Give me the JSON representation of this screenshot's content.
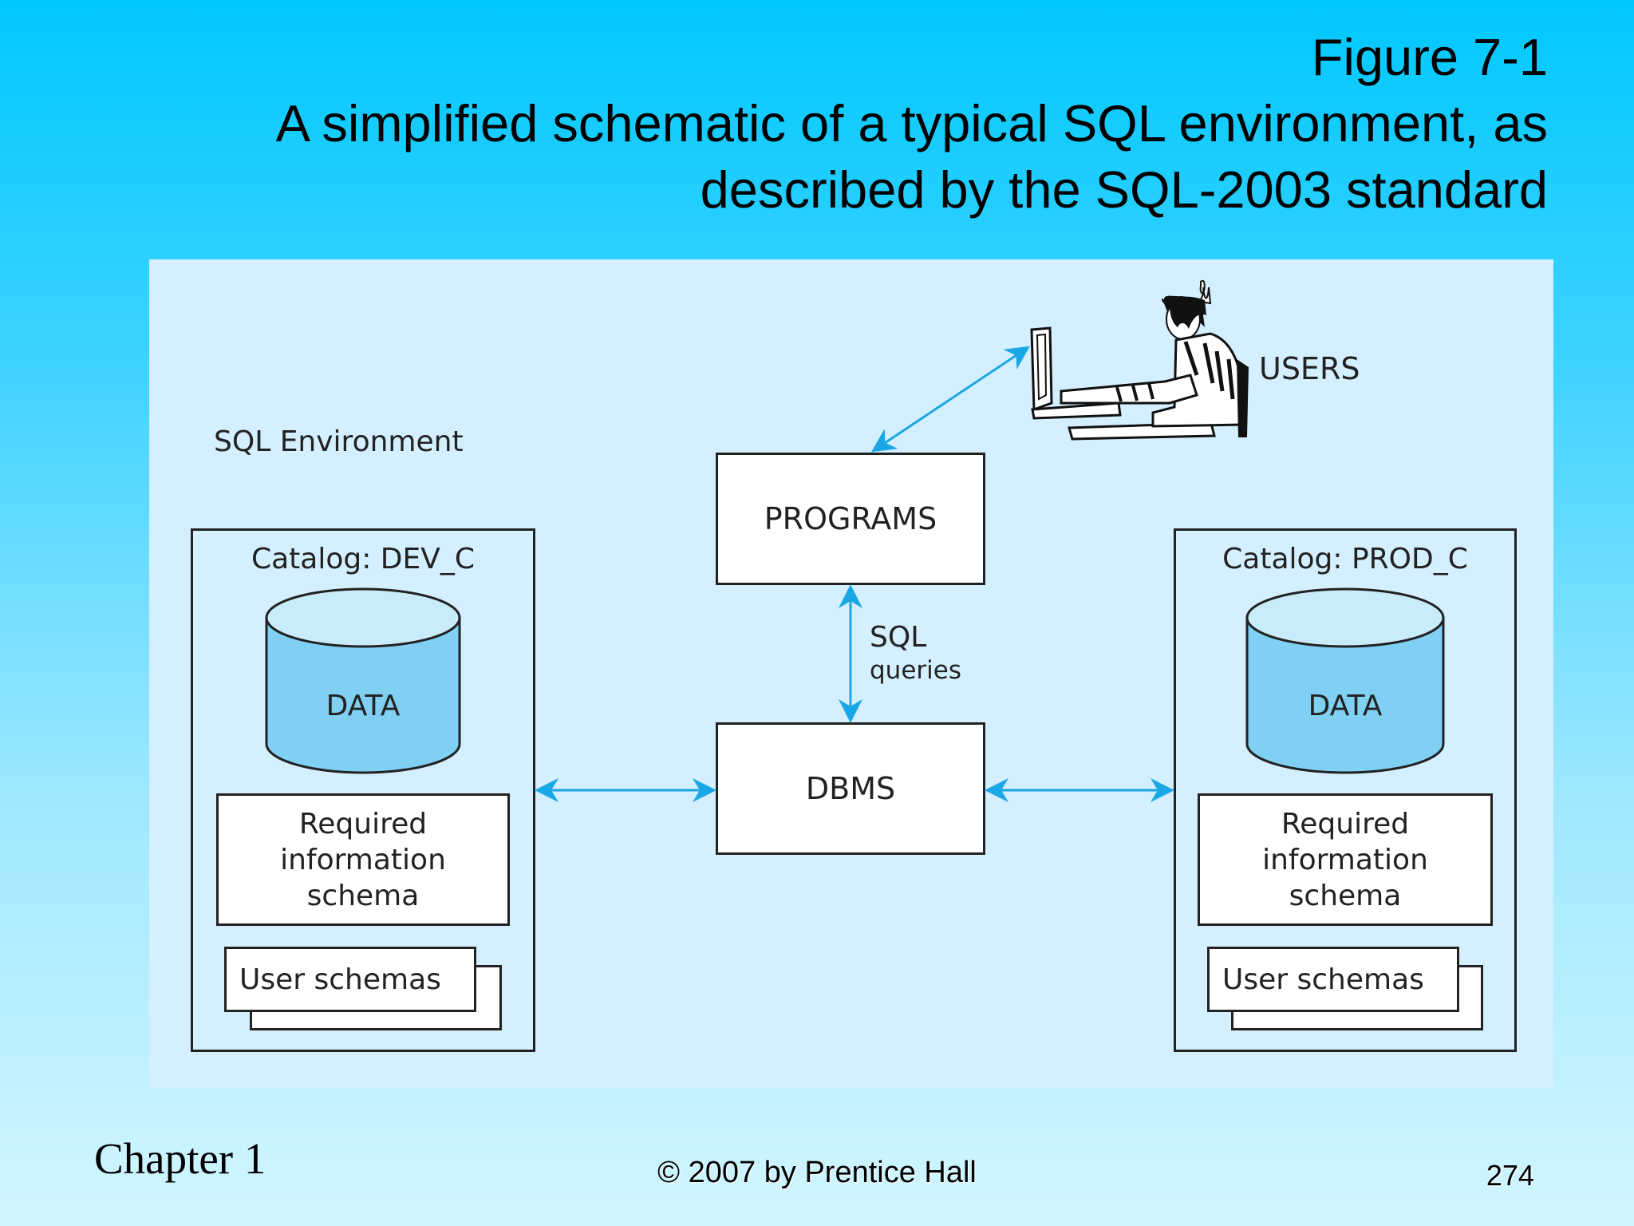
{
  "title": {
    "line1": "Figure 7-1",
    "line2": "A simplified schematic of a typical SQL environment, as",
    "line3": "described by the SQL-2003 standard"
  },
  "diagram": {
    "environment_label": "SQL Environment",
    "users_label": "USERS",
    "programs_label": "PROGRAMS",
    "dbms_label": "DBMS",
    "sql_label": "SQL",
    "queries_label": "queries",
    "catalog_left": {
      "title": "Catalog: DEV_C",
      "data_label": "DATA",
      "schema_line1": "Required",
      "schema_line2": "information",
      "schema_line3": "schema",
      "user_schemas": "User schemas"
    },
    "catalog_right": {
      "title": "Catalog: PROD_C",
      "data_label": "DATA",
      "schema_line1": "Required",
      "schema_line2": "information",
      "schema_line3": "schema",
      "user_schemas": "User schemas"
    }
  },
  "colors": {
    "arrow": "#1aa7e6",
    "cylinder_fill": "#7fd0f2",
    "cylinder_top": "#c9ecfb",
    "panel": "#d4efff"
  },
  "footer": {
    "chapter": "Chapter 1",
    "copyright": "© 2007 by Prentice Hall",
    "page_number": "274"
  }
}
